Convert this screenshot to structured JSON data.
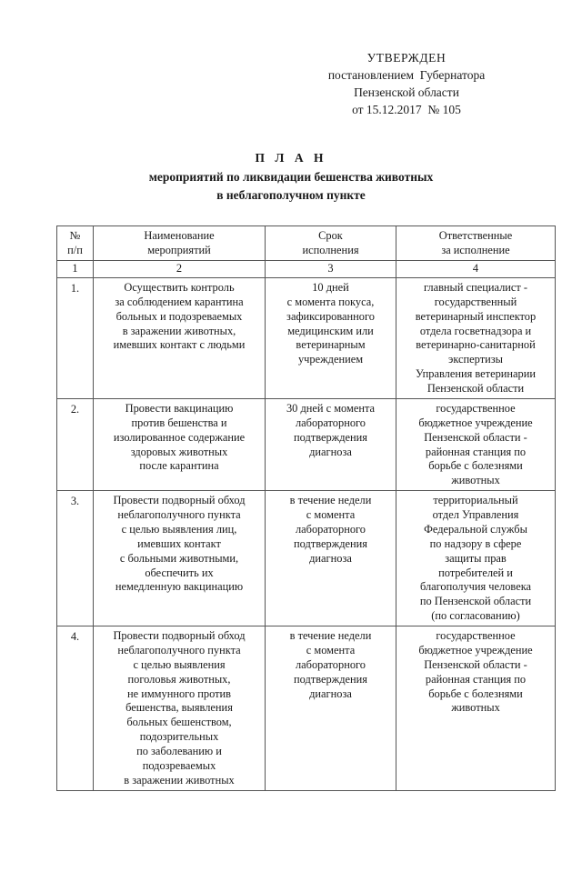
{
  "approval": {
    "title": "УТВЕРЖДЕН",
    "lines": [
      "постановлением  Губернатора",
      "Пензенской области",
      "от 15.12.2017  № 105"
    ]
  },
  "document_title": {
    "main": "П Л А Н",
    "subtitle_lines": [
      "мероприятий по ликвидации бешенства животных",
      "в неблагополучном пункте"
    ]
  },
  "table": {
    "headers": [
      {
        "lines": [
          "№",
          "п/п"
        ]
      },
      {
        "lines": [
          "Наименование",
          "мероприятий"
        ]
      },
      {
        "lines": [
          "Срок",
          "исполнения"
        ]
      },
      {
        "lines": [
          "Ответственные",
          "за исполнение"
        ]
      }
    ],
    "column_numbers": [
      "1",
      "2",
      "3",
      "4"
    ],
    "rows": [
      {
        "index": "1.",
        "measure": [
          "Осуществить контроль",
          "за соблюдением карантина",
          "больных и подозреваемых",
          "в заражении животных,",
          "имевших контакт с людьми"
        ],
        "deadline": [
          "10 дней",
          "с момента покуса,",
          "зафиксированного",
          "медицинским или",
          "ветеринарным",
          "учреждением"
        ],
        "responsible": [
          "главный специалист -",
          "государственный",
          "ветеринарный инспектор",
          "отдела госветнадзора и",
          "ветеринарно-санитарной",
          "экспертизы",
          "Управления ветеринарии",
          "Пензенской области"
        ]
      },
      {
        "index": "2.",
        "measure": [
          "Провести вакцинацию",
          "против бешенства и",
          "изолированное содержание",
          "здоровых животных",
          "после карантина"
        ],
        "deadline": [
          "30 дней с момента",
          "лабораторного",
          "подтверждения",
          "диагноза"
        ],
        "responsible": [
          "государственное",
          "бюджетное учреждение",
          "Пензенской области -",
          "районная станция по",
          "борьбе с болезнями",
          "животных"
        ]
      },
      {
        "index": "3.",
        "measure": [
          "Провести подворный обход",
          "неблагополучного пункта",
          "с целью выявления лиц,",
          "имевших контакт",
          "с больными животными,",
          "обеспечить их",
          "немедленную вакцинацию"
        ],
        "deadline": [
          "в течение недели",
          "с момента",
          "лабораторного",
          "подтверждения",
          "диагноза"
        ],
        "responsible": [
          "территориальный",
          "отдел Управления",
          "Федеральной службы",
          "по надзору в сфере",
          "защиты прав",
          "потребителей и",
          "благополучия человека",
          "по Пензенской области",
          "(по согласованию)"
        ]
      },
      {
        "index": "4.",
        "measure": [
          "Провести подворный обход",
          "неблагополучного пункта",
          "с целью выявления",
          "поголовья животных,",
          "не иммунного против",
          "бешенства, выявления",
          "больных бешенством,",
          "подозрительных",
          "по заболеванию и",
          "подозреваемых",
          "в заражении животных"
        ],
        "deadline": [
          "в течение недели",
          "с момента",
          "лабораторного",
          "подтверждения",
          "диагноза"
        ],
        "responsible": [
          "государственное",
          "бюджетное учреждение",
          "Пензенской области -",
          "районная станция по",
          "борьбе с болезнями",
          "животных"
        ]
      }
    ]
  }
}
